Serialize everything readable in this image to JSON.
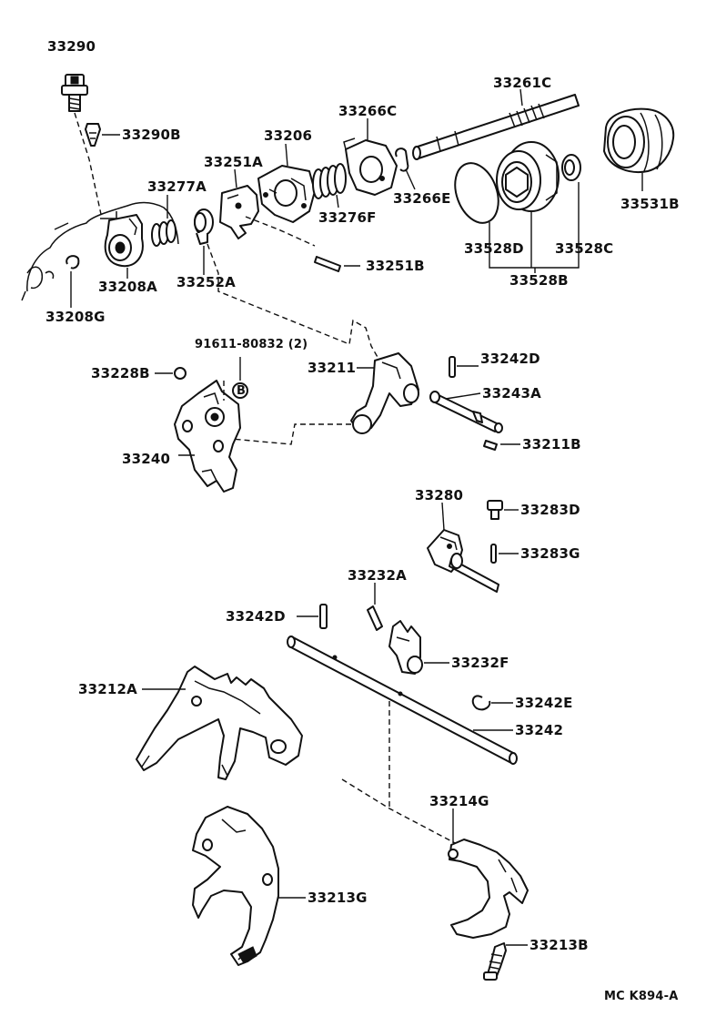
{
  "labels": {
    "p33290": "33290",
    "p33290B": "33290B",
    "p33261C": "33261C",
    "p33266C": "33266C",
    "p33206": "33206",
    "p33251A": "33251A",
    "p33277A": "33277A",
    "p33276F": "33276F",
    "p33266E": "33266E",
    "p33531B": "33531B",
    "p33528D": "33528D",
    "p33528C": "33528C",
    "p33528B": "33528B",
    "p33251B": "33251B",
    "p33208A": "33208A",
    "p33252A": "33252A",
    "p33208G": "33208G",
    "p91611": "91611-80832 (2)",
    "p33228B": "33228B",
    "pB": "B",
    "p33211": "33211",
    "p33242D_top": "33242D",
    "p33243A": "33243A",
    "p33240": "33240",
    "p33211B": "33211B",
    "p33280": "33280",
    "p33283D": "33283D",
    "p33283G": "33283G",
    "p33232A": "33232A",
    "p33242D_mid": "33242D",
    "p33232F": "33232F",
    "p33212A": "33212A",
    "p33242E": "33242E",
    "p33242": "33242",
    "p33214G": "33214G",
    "p33213G": "33213G",
    "p33213B": "33213B",
    "figure_code": "MC K894-A"
  }
}
